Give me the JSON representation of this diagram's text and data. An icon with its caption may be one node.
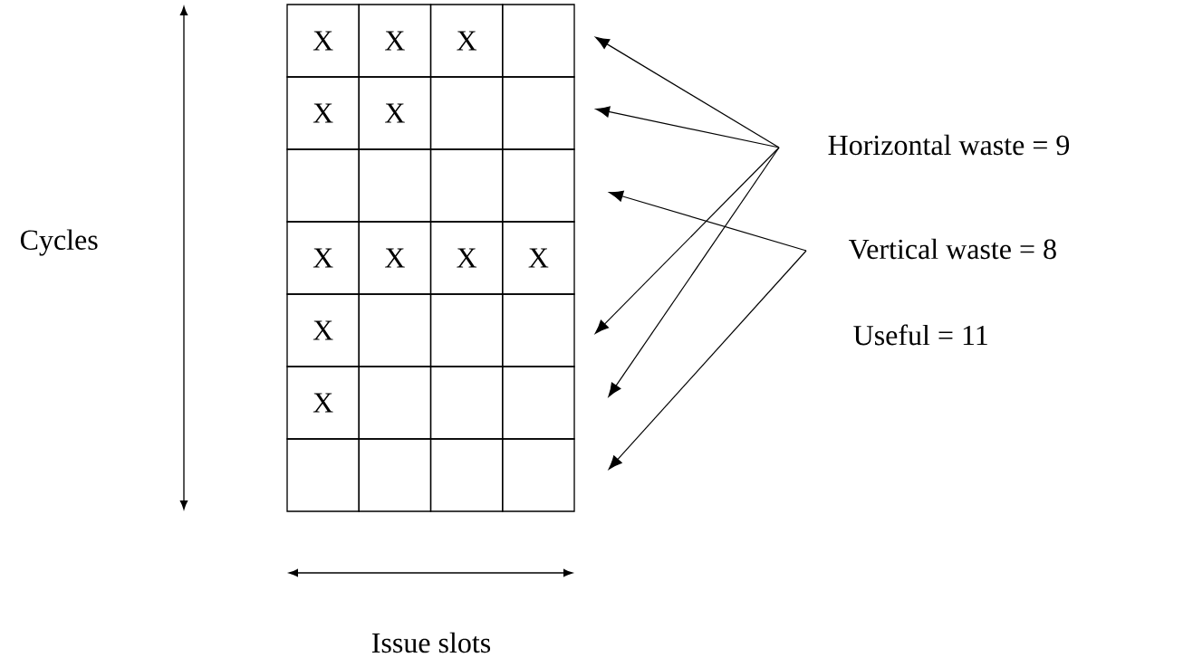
{
  "diagram": {
    "nodes": [
      {
        "text": [
          "X"
        ]
      },
      {
        "text": [
          "X"
        ]
      },
      {
        "text": [
          "X"
        ]
      },
      {
        "text": [],
        "shape": "box"
      },
      {
        "text": [
          "X"
        ]
      },
      {
        "text": [
          "X"
        ]
      },
      {
        "text": [],
        "shape": "box"
      },
      {
        "text": [],
        "shape": "box"
      },
      {
        "text": [],
        "shape": "box"
      },
      {
        "text": [],
        "shape": "box"
      },
      {
        "text": [],
        "shape": "box"
      },
      {
        "text": [],
        "shape": "box"
      },
      {
        "text": [
          "X"
        ]
      },
      {
        "text": [
          "X"
        ]
      },
      {
        "text": [
          "X"
        ]
      },
      {
        "text": [
          "X"
        ]
      },
      {
        "text": [
          "X"
        ]
      },
      {
        "text": [],
        "shape": "box"
      },
      {
        "text": [],
        "shape": "box"
      },
      {
        "text": [],
        "shape": "box"
      },
      {
        "text": [
          "X"
        ]
      },
      {
        "text": [],
        "shape": "box"
      },
      {
        "text": [],
        "shape": "box"
      },
      {
        "text": [],
        "shape": "box"
      },
      {
        "text": [],
        "shape": "box"
      },
      {
        "text": [],
        "shape": "box"
      },
      {
        "text": [],
        "shape": "box"
      },
      {
        "text": [],
        "shape": "box"
      },
      {
        "text": [
          "Horizontal waste = 9"
        ]
      },
      {
        "text": [
          "Vertical waste = 8"
        ]
      }
    ],
    "edges": [
      {
        "from": 28,
        "to": 3,
        "arrow": "to"
      },
      {
        "from": 28,
        "to": 7,
        "arrow": "to"
      },
      {
        "from": 28,
        "to": 19,
        "arrow": "to"
      },
      {
        "from": 28,
        "to": 23,
        "arrow": "to"
      },
      {
        "from": 29,
        "to": 11,
        "arrow": "to"
      },
      {
        "from": 29,
        "to": 27,
        "arrow": "to"
      }
    ],
    "labels": [
      "Cycles",
      "Useful = 11",
      "Issue slots"
    ]
  }
}
